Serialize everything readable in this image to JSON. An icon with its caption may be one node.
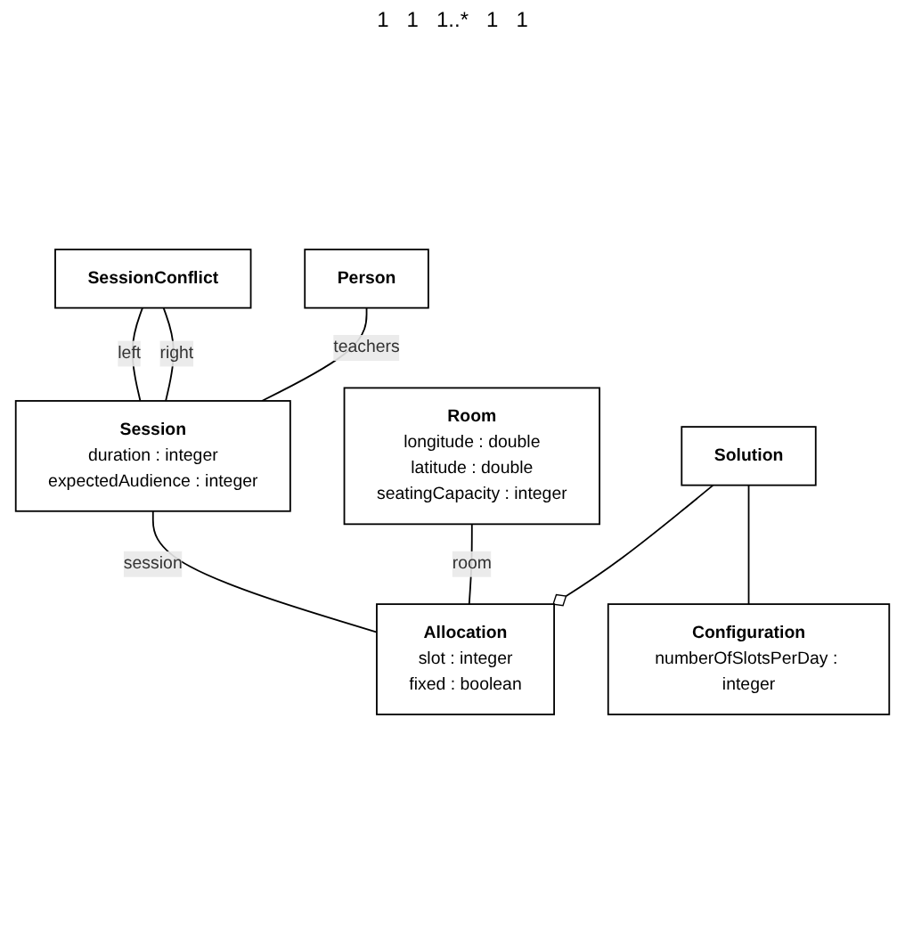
{
  "diagram": {
    "nodes": [
      {
        "text": [
          "SessionConflict"
        ]
      },
      {
        "text": [
          "Session",
          "duration : integer",
          "expectedAudience : integer"
        ]
      },
      {
        "text": [
          "Person"
        ]
      },
      {
        "text": [
          "Room",
          "longitude : double",
          "latitude : double",
          "seatingCapacity : integer"
        ]
      },
      {
        "text": [
          "Allocation",
          "slot : integer",
          "fixed : boolean"
        ]
      },
      {
        "text": [
          "Solution"
        ]
      },
      {
        "text": [
          "Configuration",
          "numberOfSlotsPerDay : integer"
        ]
      }
    ],
    "edges": [
      {
        "from": 0,
        "to": 1,
        "arrow": "none",
        "label": "left"
      },
      {
        "from": 0,
        "to": 1,
        "arrow": "none",
        "label": "right"
      },
      {
        "from": 2,
        "to": 1,
        "arrow": "none",
        "label": "teachers"
      },
      {
        "from": 1,
        "to": 4,
        "arrow": "none",
        "label": "session"
      },
      {
        "from": 3,
        "to": 4,
        "arrow": "none",
        "label": "room"
      },
      {
        "from": 5,
        "to": 4,
        "arrow": "other"
      },
      {
        "from": 5,
        "to": 6,
        "arrow": "none"
      }
    ],
    "labels": [
      "1",
      "1",
      "1..*",
      "1",
      "1"
    ]
  }
}
